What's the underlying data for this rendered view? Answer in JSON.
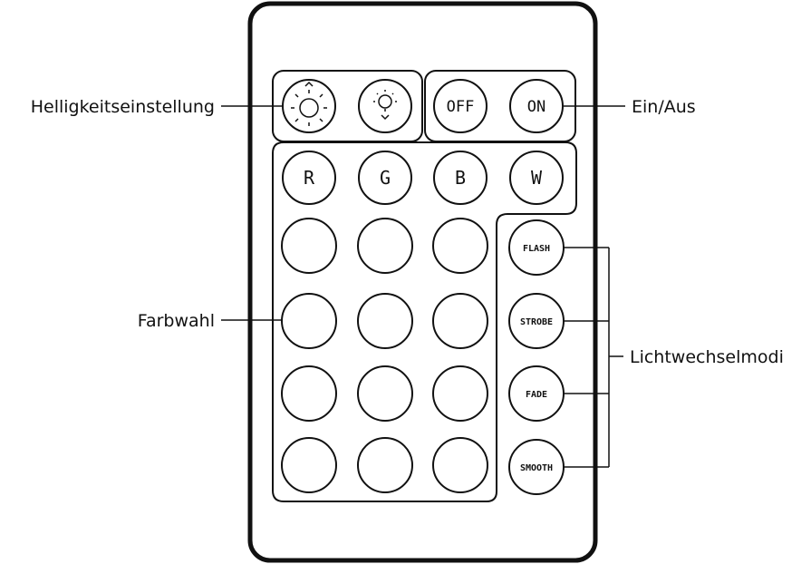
{
  "labels": {
    "brightness": "Helligkeitseinstellung",
    "power": "Ein/Aus",
    "color_select": "Farbwahl",
    "modes": "Lichtwechselmodi"
  },
  "remote": {
    "brightness_buttons": [
      {
        "name": "brightness-up-button",
        "icon": "brightness-up-icon"
      },
      {
        "name": "brightness-down-button",
        "icon": "brightness-down-icon"
      }
    ],
    "power_buttons": [
      {
        "name": "off-button",
        "label": "OFF"
      },
      {
        "name": "on-button",
        "label": "ON"
      }
    ],
    "color_channel_buttons": [
      {
        "name": "red-button",
        "label": "R"
      },
      {
        "name": "green-button",
        "label": "G"
      },
      {
        "name": "blue-button",
        "label": "B"
      },
      {
        "name": "white-button",
        "label": "W"
      }
    ],
    "color_grid": {
      "rows": 4,
      "columns": 3
    },
    "mode_buttons": [
      {
        "name": "flash-button",
        "label": "FLASH"
      },
      {
        "name": "strobe-button",
        "label": "STROBE"
      },
      {
        "name": "fade-button",
        "label": "FADE"
      },
      {
        "name": "smooth-button",
        "label": "SMOOTH"
      }
    ]
  },
  "colors": {
    "line": "#111111",
    "background": "#ffffff"
  }
}
